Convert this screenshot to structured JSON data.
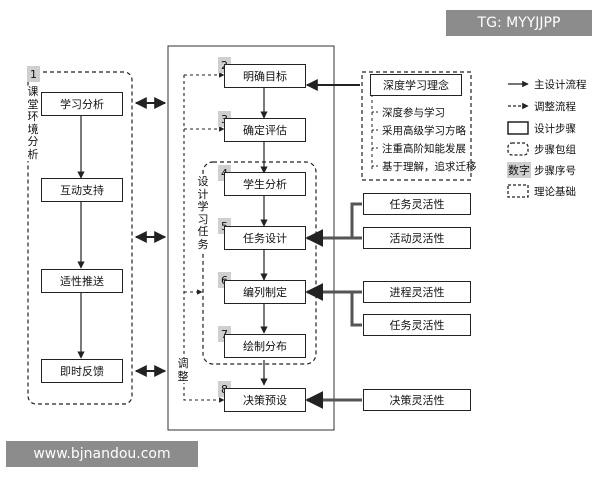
{
  "watermarks": {
    "top": "TG: MYYJJPP",
    "bottom": "www.bjnandou.com"
  },
  "left_group": {
    "number": "1",
    "label": "课堂环境分析",
    "steps": [
      "学习分析",
      "互动支持",
      "适性推送",
      "即时反馈"
    ]
  },
  "center": {
    "steps": [
      {
        "num": "2",
        "label": "明确目标"
      },
      {
        "num": "3",
        "label": "确定评估"
      },
      {
        "num": "4",
        "label": "学生分析"
      },
      {
        "num": "5",
        "label": "任务设计"
      },
      {
        "num": "6",
        "label": "编列制定"
      },
      {
        "num": "7",
        "label": "绘制分布"
      },
      {
        "num": "8",
        "label": "决策预设"
      }
    ],
    "subgroup_label": "设计学习任务",
    "adjust_label": "调整"
  },
  "concept": {
    "title": "深度学习理念",
    "items": [
      "深度参与学习",
      "采用高级学习方略",
      "注重高阶知能发展",
      "基于理解，追求迁移"
    ]
  },
  "flex": {
    "task_design": [
      "任务灵活性",
      "活动灵活性"
    ],
    "schedule": [
      "进程灵活性",
      "任务灵活性"
    ],
    "decision": "决策灵活性"
  },
  "legend": {
    "items": [
      {
        "icon": "solid-arrow",
        "label": "主设计流程"
      },
      {
        "icon": "dashed-arrow",
        "label": "调整流程"
      },
      {
        "icon": "solid-box",
        "label": "设计步骤"
      },
      {
        "icon": "dashed-rounded-box",
        "label": "步骤包组"
      },
      {
        "icon": "gray-number-tag",
        "tag": "数字",
        "label": "步骤序号"
      },
      {
        "icon": "dashed-box",
        "label": "理论基础"
      }
    ]
  }
}
